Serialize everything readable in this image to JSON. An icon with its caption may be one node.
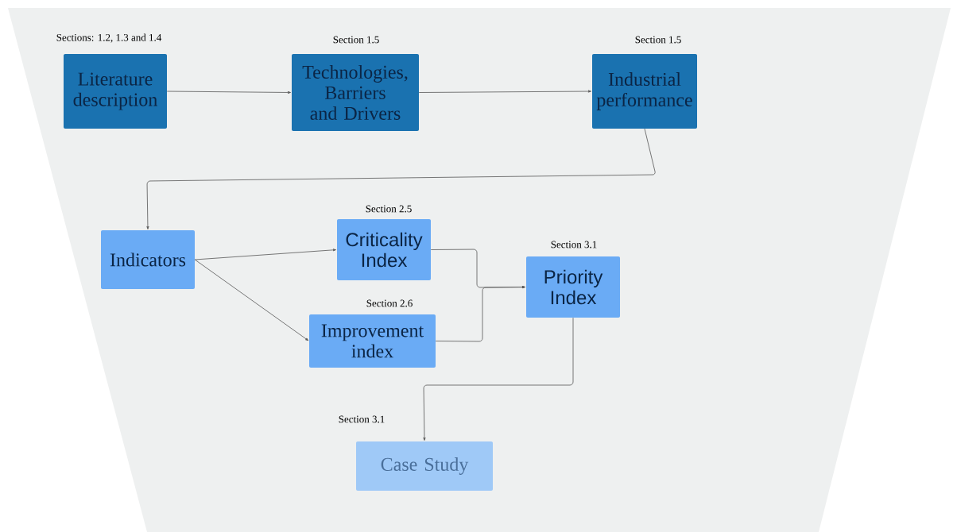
{
  "diagram": {
    "nodes": [
      {
        "text": [
          "Literature description"
        ],
        "beside": [
          "Sections: 1.2, 1.3 and 1.4"
        ]
      },
      {
        "text": [
          "Technologies, Barriers and Drivers"
        ],
        "beside": [
          "Section 1.5"
        ]
      },
      {
        "text": [
          "Industrial performance"
        ],
        "beside": [
          "Section 1.5"
        ]
      },
      {
        "text": [
          "Indicators"
        ]
      },
      {
        "text": [
          "Criticality Index"
        ],
        "beside": [
          "Section 2.5"
        ]
      },
      {
        "text": [
          "Improvement index"
        ],
        "beside": [
          "Section 2.6"
        ]
      },
      {
        "text": [
          "Priority Index"
        ],
        "beside": [
          "Section 3.1"
        ]
      },
      {
        "text": [
          "Case Study"
        ],
        "beside": [
          "Section 3.1"
        ]
      }
    ],
    "edges": [
      {
        "from": 0,
        "to": 1,
        "arrow": "to"
      },
      {
        "from": 1,
        "to": 2,
        "arrow": "to"
      },
      {
        "from": 2,
        "to": 3,
        "arrow": "to"
      },
      {
        "from": 3,
        "to": 4,
        "arrow": "to"
      },
      {
        "from": 3,
        "to": 5,
        "arrow": "to"
      },
      {
        "from": 4,
        "to": 6,
        "arrow": "to"
      },
      {
        "from": 5,
        "to": 6,
        "arrow": "to"
      },
      {
        "from": 6,
        "to": 7,
        "arrow": "to"
      }
    ]
  }
}
